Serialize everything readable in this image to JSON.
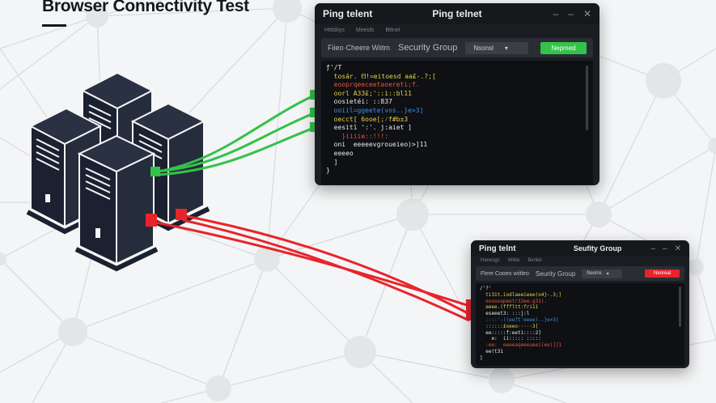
{
  "title": "Browser Connectivity Test",
  "colors": {
    "green": "#33c24a",
    "red": "#e8242b",
    "server": "#1b2130"
  },
  "window1": {
    "title_left": "Ping telent",
    "title_center": "Ping telnet",
    "controls": [
      "–",
      "–",
      "✕"
    ],
    "menu": [
      "Htttdiiys",
      "Meeids",
      "Bttnet"
    ],
    "toolbar_left": "Fiieo·Cheere Wiitm",
    "toolbar_middle": "Security Group",
    "select_value": "Nsonsl",
    "button_label": "Nepmed",
    "console_lines": [
      {
        "text": "ƒ'/T",
        "color": "#e8eaec"
      },
      {
        "text": "  tosár. ᗺ!=eitoesd aa£-.?;[",
        "color": "#e7d34a"
      },
      {
        "text": "  eooprqeeceetaoereti;f.",
        "color": "#e05a3c"
      },
      {
        "text": "  oorl A33£;'::i::bl11",
        "color": "#e7d34a"
      },
      {
        "text": "  oosietéi: ::837",
        "color": "#e8eaec"
      },
      {
        "text": "  ooiiĺ=ggeete(vos..}e>3]",
        "color": "#3f8ee0"
      },
      {
        "text": "  oecct[ 6ooe[;⁄f#b±3",
        "color": "#e7d34a"
      },
      {
        "text": "  eesitì ':'. j:aiet ]",
        "color": "#e8eaec"
      },
      {
        "text": "    }iiiie::!!!:",
        "color": "#e05a3c"
      },
      {
        "text": "  oni  eeeeevgroueieo)>]11",
        "color": "#e8eaec"
      },
      {
        "text": "  eeeeo",
        "color": "#e8eaec"
      },
      {
        "text": "  ]",
        "color": "#e8eaec"
      },
      {
        "text": "}",
        "color": "#e8eaec"
      }
    ]
  },
  "window2": {
    "title_left": "Ping telnt",
    "title_center": "Seufity Group",
    "controls": [
      "–",
      "–",
      "✕"
    ],
    "menu": [
      "Hanesgs",
      "Wiitio",
      "Benlet"
    ],
    "toolbar_left": "Flere Cooeo wiitleo",
    "toolbar_middle": "Seurity Group",
    "select_value": "Neorre",
    "button_label": "Neoreal",
    "console_lines": [
      {
        "text": "/'?'",
        "color": "#e8eaec"
      },
      {
        "text": "  ti31t.iodlaeeieee(o4}-.3;]",
        "color": "#e7d34a"
      },
      {
        "text": "  eooooapeetr33ee:g31).",
        "color": "#e05a3c"
      },
      {
        "text": "  eeee.(fffltt:fri11",
        "color": "#e7d34a"
      },
      {
        "text": "  eseeet3: :::j:l",
        "color": "#e8eaec"
      },
      {
        "text": "  ::::':((ee7t'eeee)..}e>3]",
        "color": "#3f8ee0"
      },
      {
        "text": "  ::::::£oeeo·····3[",
        "color": "#e7d34a"
      },
      {
        "text": "  ee:::::f:eeti::::2]",
        "color": "#e8eaec"
      },
      {
        "text": "    e:  ii::::: :::::",
        "color": "#e8eaec"
      },
      {
        "text": "  :ee:  eeeeaqeeeueei(eo)]]1",
        "color": "#e05a3c"
      },
      {
        "text": "  ee(t31",
        "color": "#e8eaec"
      },
      {
        "text": "]",
        "color": "#e8eaec"
      }
    ]
  }
}
